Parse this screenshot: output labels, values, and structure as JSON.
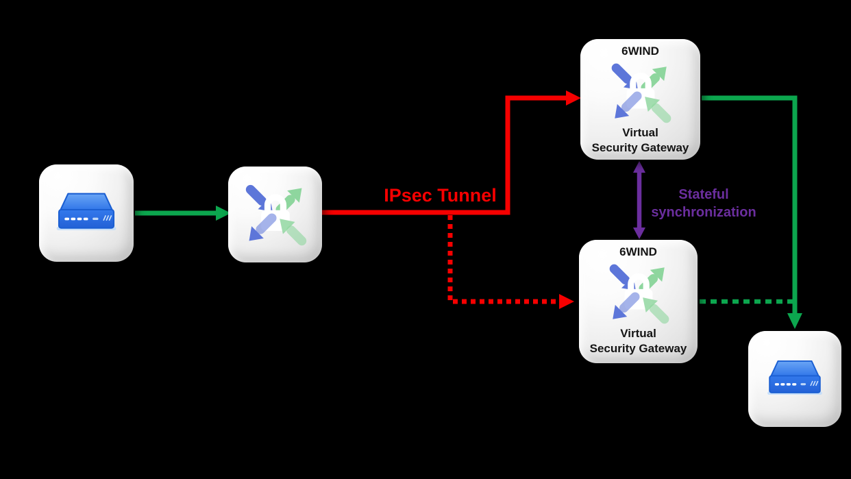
{
  "labels": {
    "ipsec_tunnel": "IPsec Tunnel",
    "stateful_sync_line1": "Stateful",
    "stateful_sync_line2": "synchronization"
  },
  "nodes": {
    "gateway_top": {
      "vendor": "6WIND",
      "role_line1": "Virtual",
      "role_line2": "Security Gateway"
    },
    "gateway_bottom": {
      "vendor": "6WIND",
      "role_line1": "Virtual",
      "role_line2": "Security Gateway"
    }
  },
  "icons": {
    "left_client": "router-appliance-icon",
    "ipsec_client": "ipsec-arrows-lock-icon",
    "gateway_top": "ipsec-arrows-lock-icon",
    "gateway_bottom": "ipsec-arrows-lock-icon",
    "right_client": "router-appliance-icon"
  },
  "connectors": {
    "green_solid_left": "traffic from client to IPsec client node",
    "red_solid_tunnel": "IPsec tunnel to active gateway",
    "red_dotted_tunnel": "backup IPsec tunnel to standby gateway",
    "purple_sync": "stateful synchronization between gateways",
    "green_solid_right": "decrypted traffic from active gateway to client",
    "green_dotted_right": "backup decrypted traffic path"
  },
  "colors": {
    "background": "#000000",
    "tunnel_red": "#f60000",
    "traffic_green": "#0ca64e",
    "sync_purple": "#6b2e9e",
    "icon_arrow_blue": "#5d76d9",
    "icon_arrow_green": "#8ed69e",
    "device_blue": "#2b6fe3",
    "node_fill": "#f2f2f2",
    "text_black": "#141414"
  }
}
